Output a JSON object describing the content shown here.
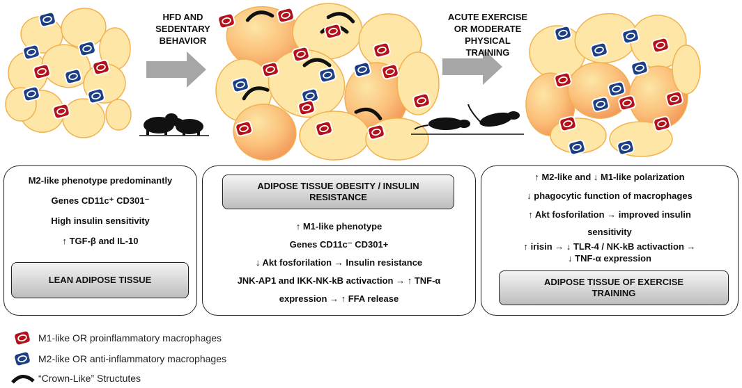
{
  "labels": {
    "hfd": "HFD AND SEDENTARY BEHAVIOR",
    "exercise": "ACUTE EXERCISE OR MODERATE PHYSICAL TRAINING"
  },
  "lean": {
    "lines": [
      "M2-like phenotype predominantly",
      "Genes CD11c⁺ CD301⁻",
      "High insulin sensitivity",
      "↑ TGF-β and IL-10"
    ],
    "title": "LEAN ADIPOSE TISSUE"
  },
  "obese": {
    "title": "ADIPOSE TISSUE OBESITY / INSULIN RESISTANCE",
    "lines": [
      "↑ M1-like phenotype",
      "Genes CD11c⁻ CD301+",
      "↓ Akt fosforilation → Insulin resistance",
      "JNK-AP1 and IKK-NK-kB activaction →  ↑ TNF-α",
      "expression → ↑ FFA release"
    ]
  },
  "trained": {
    "lines": [
      "↑ M2-like and ↓ M1-like polarization",
      "↓ phagocytic function of macrophages",
      "↑ Akt fosforilation → improved insulin",
      "sensitivity",
      "↑ irisin → ↓ TLR-4 / NK-kB activaction →",
      "↓ TNF-α  expression"
    ],
    "title": "ADIPOSE TISSUE OF EXERCISE TRAINING"
  },
  "legend": {
    "m1": "M1-like OR proinflammatory macrophages",
    "m2": "M2-like OR anti-inflammatory macrophages",
    "crown": "“Crown-Like” Structutes"
  },
  "colors": {
    "m1": "#b3121b",
    "m2": "#1d3f86",
    "cell": "#fde6a6",
    "cellStroke": "#f3b14f",
    "arrow": "#a6a6a6"
  }
}
